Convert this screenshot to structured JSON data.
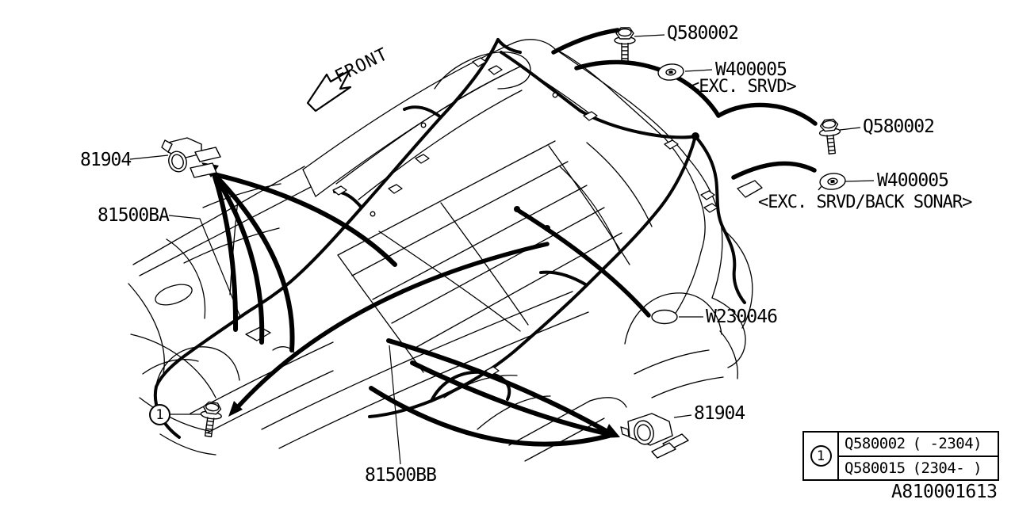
{
  "front_indicator": {
    "label": "FRONT"
  },
  "callouts": {
    "q580002_top": {
      "label": "Q580002"
    },
    "w400005_top": {
      "label": "W400005",
      "qualifier": "<EXC. SRVD>"
    },
    "q580002_right": {
      "label": "Q580002"
    },
    "w400005_right": {
      "label": "W400005",
      "qualifier": "<EXC. SRVD/BACK SONAR>"
    },
    "w230046": {
      "label": "W230046"
    },
    "p81904_front": {
      "label": "81904"
    },
    "p81500ba": {
      "label": "81500BA"
    },
    "p81500bb": {
      "label": "81500BB"
    },
    "p81904_rear": {
      "label": "81904"
    },
    "bolt_ref": {
      "label": "1"
    }
  },
  "legend": {
    "symbol": "1",
    "rows": [
      {
        "part_no": "Q580002",
        "applicability": "( -2304)"
      },
      {
        "part_no": "Q580015",
        "applicability": "(2304- )"
      }
    ]
  },
  "drawing_ref": {
    "number": "A810001613"
  },
  "icons": {
    "front-arrow-icon": "hollow double-chevron arrow",
    "bolt-icon": "flanged hex bolt",
    "grommet-icon": "body grommet",
    "clip-icon": "oval harness clip",
    "connector-icon": "harness sensor unit",
    "circled-number-icon": "circled 1"
  },
  "colors": {
    "line": "#000000",
    "background": "#ffffff"
  }
}
